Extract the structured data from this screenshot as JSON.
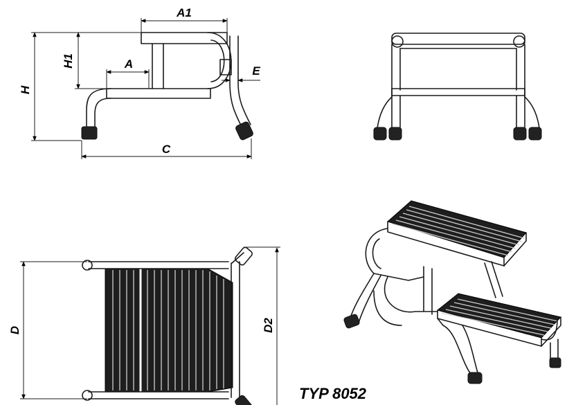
{
  "dimensions": {
    "A1": "A1",
    "H1": "H1",
    "A": "A",
    "E": "E",
    "H": "H",
    "C": "C",
    "D": "D",
    "D2": "D2"
  },
  "model": "TYP 8052"
}
